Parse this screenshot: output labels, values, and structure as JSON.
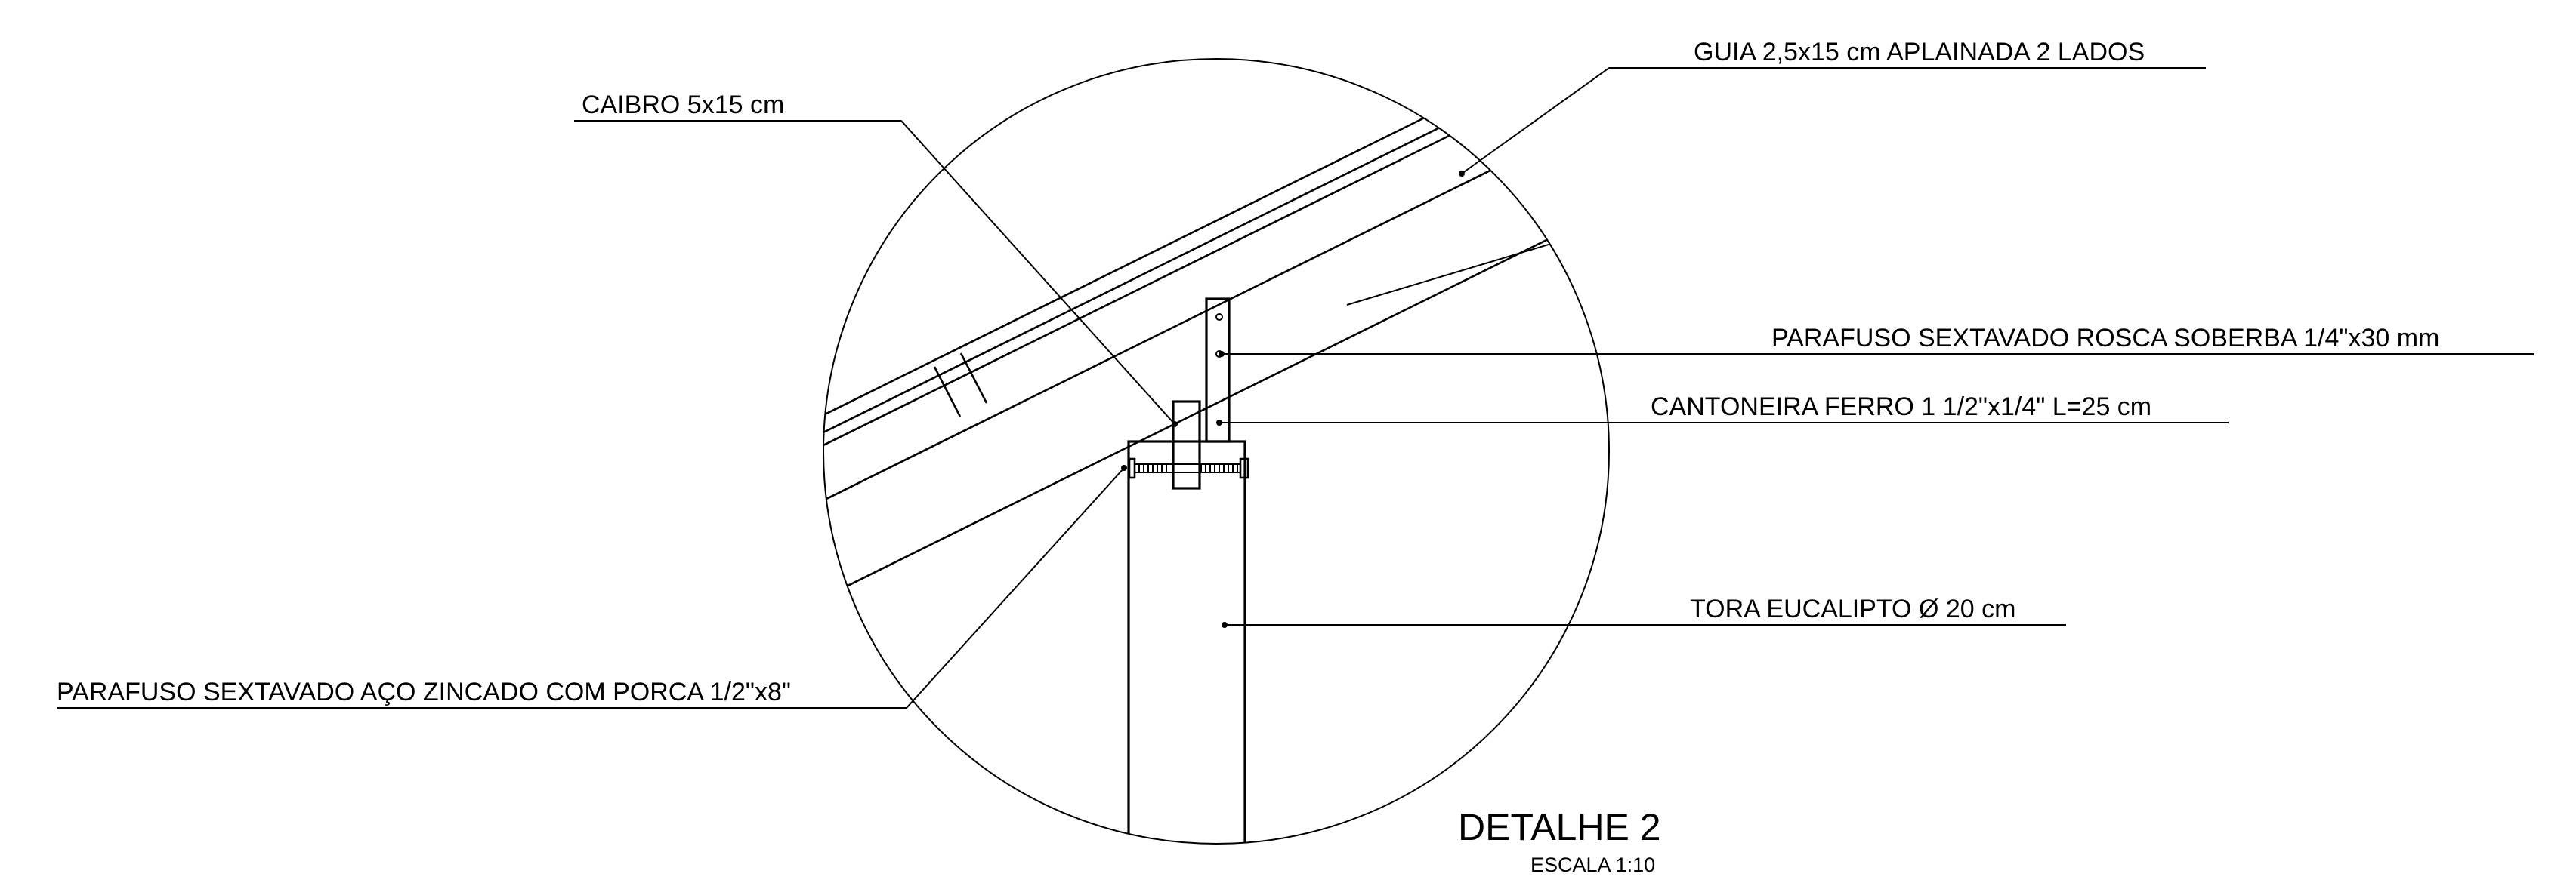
{
  "labels": {
    "guia": "GUIA 2,5x15 cm APLAINADA 2 LADOS",
    "caibro": "CAIBRO 5x15 cm",
    "parafuso_soberba": "PARAFUSO SEXTAVADO ROSCA SOBERBA 1/4\"x30 mm",
    "cantoneira": "CANTONEIRA FERRO 1 1/2\"x1/4\"  L=25 cm",
    "tora": "TORA EUCALIPTO Ø 20 cm",
    "parafuso_zincado": "PARAFUSO SEXTAVADO AÇO ZINCADO COM PORCA 1/2\"x8\""
  },
  "title": {
    "main": "DETALHE 2",
    "scale": "ESCALA 1:10"
  }
}
